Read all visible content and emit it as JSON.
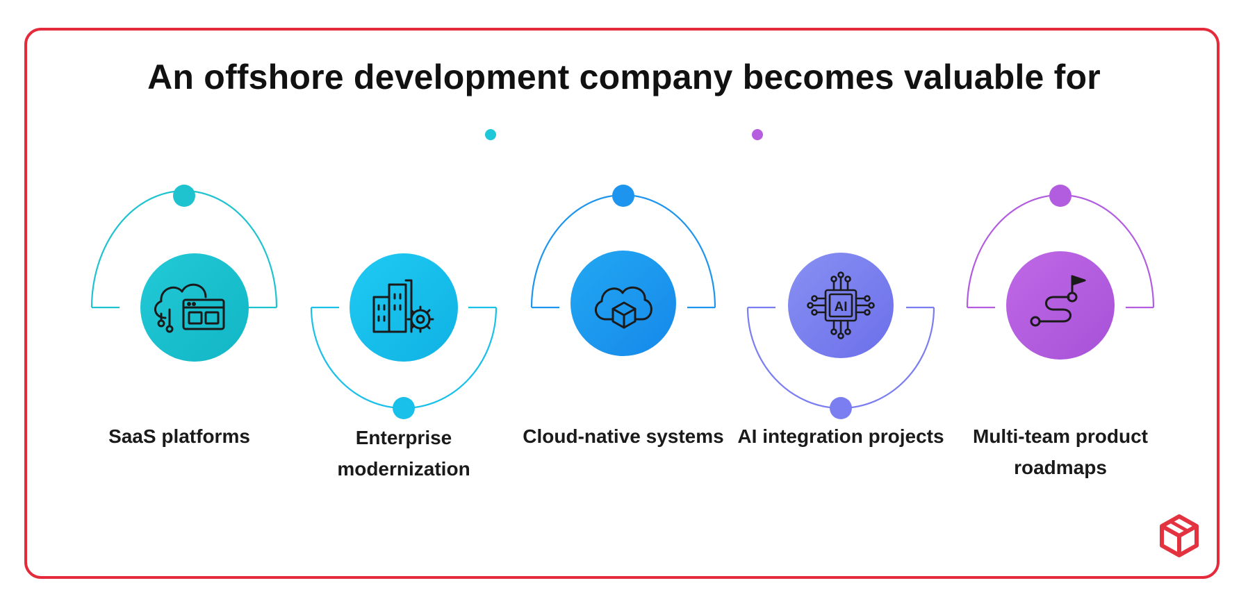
{
  "title": "An offshore development company becomes valuable for",
  "colors": {
    "frame": "#e32b3c",
    "stage1": "#1ec3cf",
    "stage2": "#18c0ea",
    "stage3": "#1d95ef",
    "stage4": "#7a7ef0",
    "stage5": "#b25de0",
    "divider_start": "#1ec8d8",
    "divider_end": "#b65ee0",
    "logo": "#e33340"
  },
  "stages": [
    {
      "label": "SaaS platforms",
      "icon": "cloud-browser-icon"
    },
    {
      "label": "Enterprise modernization",
      "icon": "buildings-gear-icon"
    },
    {
      "label": "Cloud-native systems",
      "icon": "cloud-cube-icon"
    },
    {
      "label": "AI integration projects",
      "icon": "ai-chip-icon"
    },
    {
      "label": "Multi-team product roadmaps",
      "icon": "roadmap-flag-icon"
    }
  ],
  "logo_icon": "brand-cube-logo-icon"
}
